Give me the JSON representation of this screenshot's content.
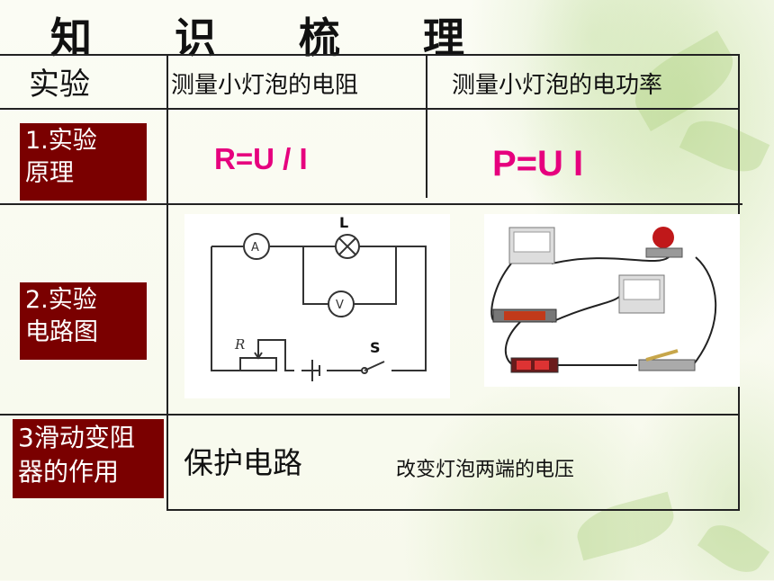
{
  "page": {
    "title": "知 识 梳 理"
  },
  "table": {
    "header": {
      "col0": "实验",
      "col1": "测量小灯泡的电阻",
      "col2": "测量小灯泡的电功率"
    },
    "rows": [
      {
        "label": "1.实验原理",
        "label_lines": [
          "1.实验",
          "原理"
        ],
        "col1": "R=U / I",
        "col2": "P=U I"
      },
      {
        "label_lines": [
          "2.实验",
          "电路图"
        ],
        "schematic": {
          "lamp": "L",
          "rheostat": "R",
          "switch": "S",
          "ammeter": "A",
          "voltmeter": "V"
        }
      },
      {
        "label_lines": [
          "3滑动变阻",
          "器的作用"
        ],
        "col1": "保护电路",
        "col2": "改变灯泡两端的电压"
      }
    ]
  }
}
